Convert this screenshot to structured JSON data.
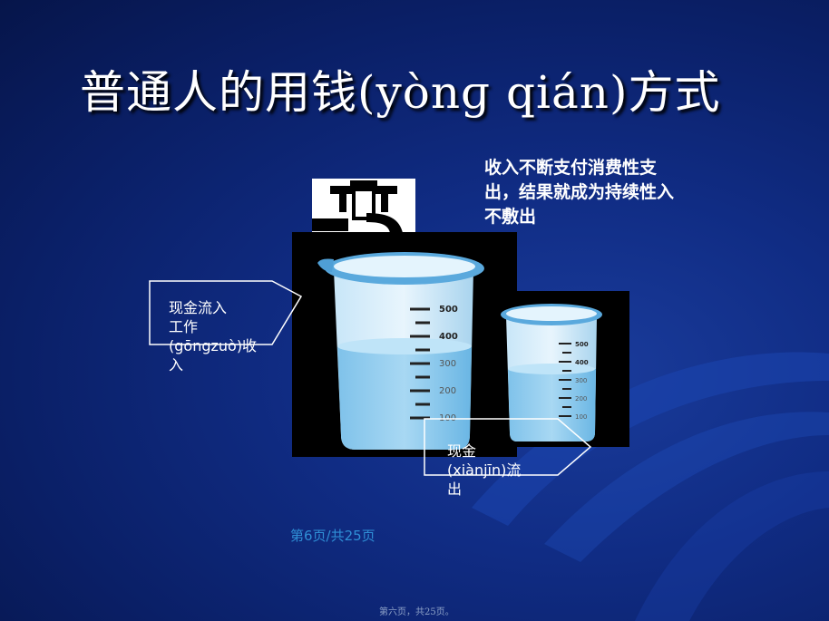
{
  "slide": {
    "title": "普通人的用钱(yònɡ qián)方式",
    "description": "收入不断支付消费性支出，结果就成为持续性入不敷出",
    "callout_income": {
      "line1": "现金流入",
      "line2": "工作",
      "line3": "(gōngzuò)收",
      "line4": "入"
    },
    "callout_outflow": {
      "line1": "现金",
      "line2": "(xiànjīn)流",
      "line3": "出"
    },
    "page_number": "第6页/共25页",
    "footer": "第六页，共25页。"
  },
  "beaker_big": {
    "marks": [
      "500",
      "400",
      "300",
      "200",
      "100"
    ]
  },
  "beaker_small": {
    "marks": [
      "500",
      "400",
      "300",
      "200",
      "100"
    ]
  },
  "colors": {
    "background": "#0d2678",
    "text": "#ffffff",
    "page_number": "#2f8fd6",
    "water": "#8ecdf0"
  }
}
